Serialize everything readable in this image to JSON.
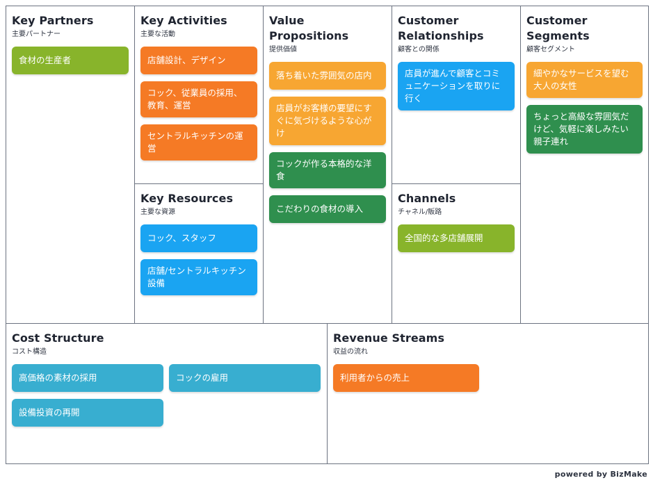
{
  "colors": {
    "olive": "#88b42b",
    "orange": "#f57a25",
    "yellow": "#f7a632",
    "green": "#2f8f4e",
    "blue": "#1aa4f2",
    "cyan": "#38aed0"
  },
  "sections": {
    "key_partners": {
      "title": "Key Partners",
      "subtitle": "主要パートナー",
      "cards": [
        {
          "text": "食材の生産者"
        }
      ]
    },
    "key_activities": {
      "title": "Key Activities",
      "subtitle": "主要な活動",
      "cards": [
        {
          "text": "店舗設計、デザイン"
        },
        {
          "text": "コック、従業員の採用、教育、運営"
        },
        {
          "text": "セントラルキッチンの運営"
        }
      ]
    },
    "key_resources": {
      "title": "Key Resources",
      "subtitle": "主要な資源",
      "cards": [
        {
          "text": "コック、スタッフ"
        },
        {
          "text": "店舗/セントラルキッチン設備"
        }
      ]
    },
    "value_propositions": {
      "title": "Value Propositions",
      "subtitle": "提供価値",
      "cards": [
        {
          "text": "落ち着いた雰囲気の店内"
        },
        {
          "text": "店員がお客様の要望にすぐに気づけるような心がけ"
        },
        {
          "text": "コックが作る本格的な洋食"
        },
        {
          "text": "こだわりの食材の導入"
        }
      ]
    },
    "customer_relationships": {
      "title": "Customer Relationships",
      "subtitle": "顧客との関係",
      "cards": [
        {
          "text": "店員が進んで顧客とコミュニケーションを取りに行く"
        }
      ]
    },
    "channels": {
      "title": "Channels",
      "subtitle": "チャネル/販路",
      "cards": [
        {
          "text": "全国的な多店舗展開"
        }
      ]
    },
    "customer_segments": {
      "title": "Customer Segments",
      "subtitle": "顧客セグメント",
      "cards": [
        {
          "text": "細やかなサービスを望む大人の女性"
        },
        {
          "text": "ちょっと高級な雰囲気だけど、気軽に楽しみたい親子連れ"
        }
      ]
    },
    "cost_structure": {
      "title": "Cost Structure",
      "subtitle": "コスト構造",
      "cards": [
        {
          "text": "高価格の素材の採用"
        },
        {
          "text": "コックの雇用"
        },
        {
          "text": "設備投資の再開"
        }
      ]
    },
    "revenue_streams": {
      "title": "Revenue Streams",
      "subtitle": "収益の流れ",
      "cards": [
        {
          "text": "利用者からの売上"
        }
      ]
    }
  },
  "footer": {
    "text": "powered by BizMake"
  }
}
